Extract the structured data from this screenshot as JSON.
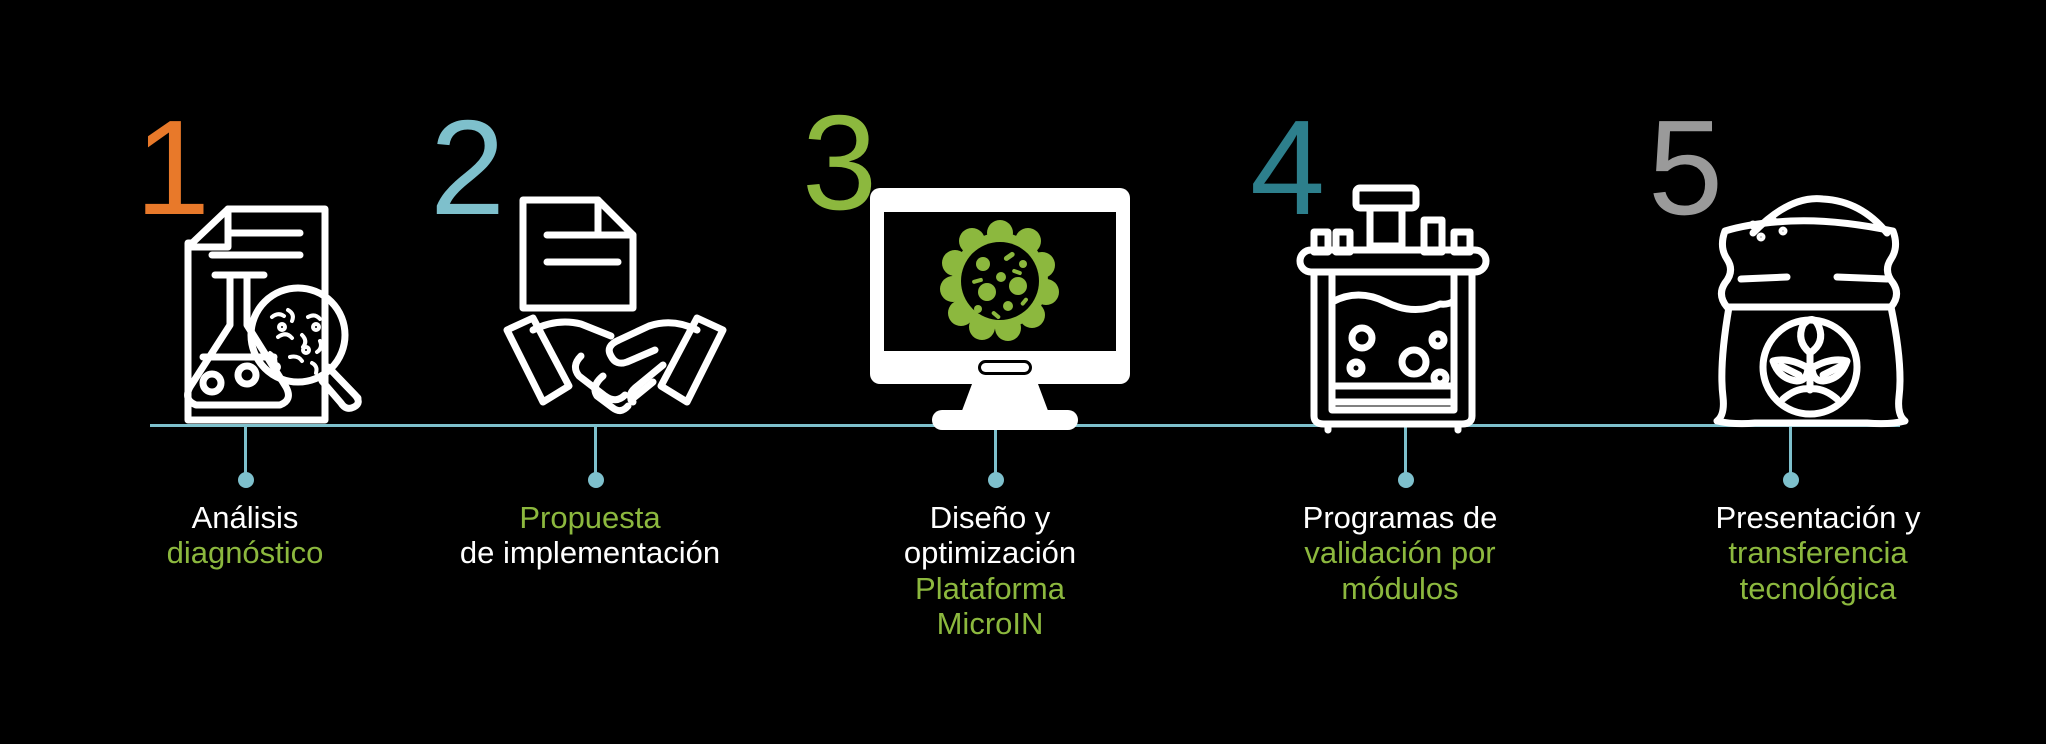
{
  "infographic": {
    "background_color": "#000000",
    "timeline_color": "#7ec0cc",
    "accent_green": "#8cb83e",
    "text_white": "#ffffff"
  },
  "steps": [
    {
      "number": "1",
      "number_color": "#e8792a",
      "icon_name": "document-flask-microscope-icon",
      "caption_lines": [
        {
          "text": "Análisis",
          "color": "white"
        },
        {
          "text": "diagnóstico",
          "color": "green"
        }
      ]
    },
    {
      "number": "2",
      "number_color": "#7ec0cc",
      "icon_name": "handshake-document-icon",
      "caption_lines": [
        {
          "text": "Propuesta",
          "color": "green"
        },
        {
          "text": "de implementación",
          "color": "white"
        }
      ]
    },
    {
      "number": "3",
      "number_color": "#8cb83e",
      "icon_name": "monitor-petri-dish-icon",
      "caption_lines": [
        {
          "text": "Diseño y",
          "color": "white"
        },
        {
          "text": "optimización",
          "color": "white"
        },
        {
          "text": "Plataforma",
          "color": "green"
        },
        {
          "text": "MicroIN",
          "color": "green"
        }
      ]
    },
    {
      "number": "4",
      "number_color": "#2d7f8c",
      "icon_name": "bioreactor-fermenter-icon",
      "caption_lines": [
        {
          "text": "Programas de",
          "color": "white"
        },
        {
          "text": "validación por",
          "color": "green"
        },
        {
          "text": "módulos",
          "color": "green"
        }
      ]
    },
    {
      "number": "5",
      "number_color": "#9a9a9a",
      "icon_name": "fertilizer-sack-plant-icon",
      "caption_lines": [
        {
          "text": "Presentación y",
          "color": "white"
        },
        {
          "text": "transferencia",
          "color": "green"
        },
        {
          "text": "tecnológica",
          "color": "green"
        }
      ]
    }
  ]
}
